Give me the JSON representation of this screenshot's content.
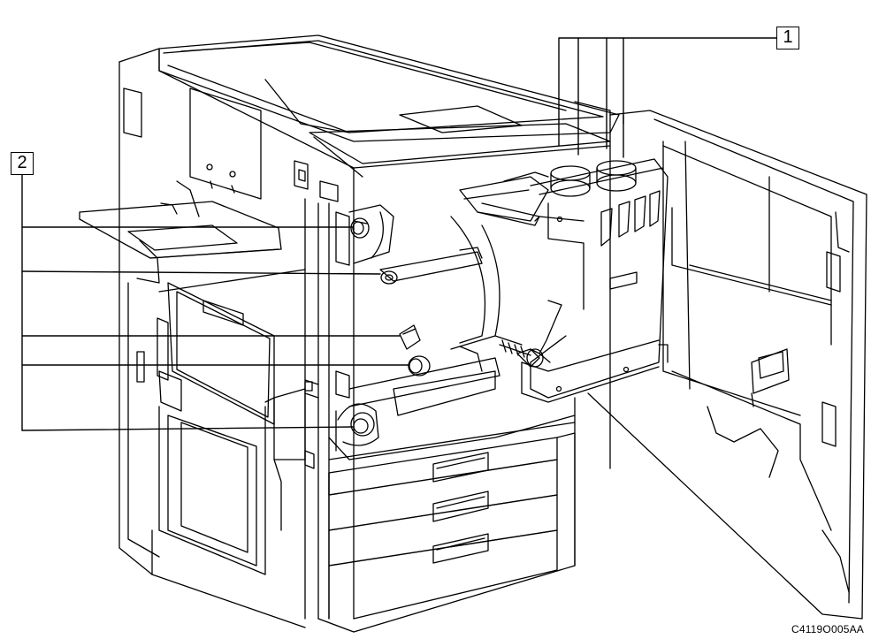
{
  "callouts": {
    "one": "1",
    "two": "2"
  },
  "figure_code": "C4119O005AA",
  "colors": {
    "line": "#000000",
    "background": "#ffffff"
  }
}
